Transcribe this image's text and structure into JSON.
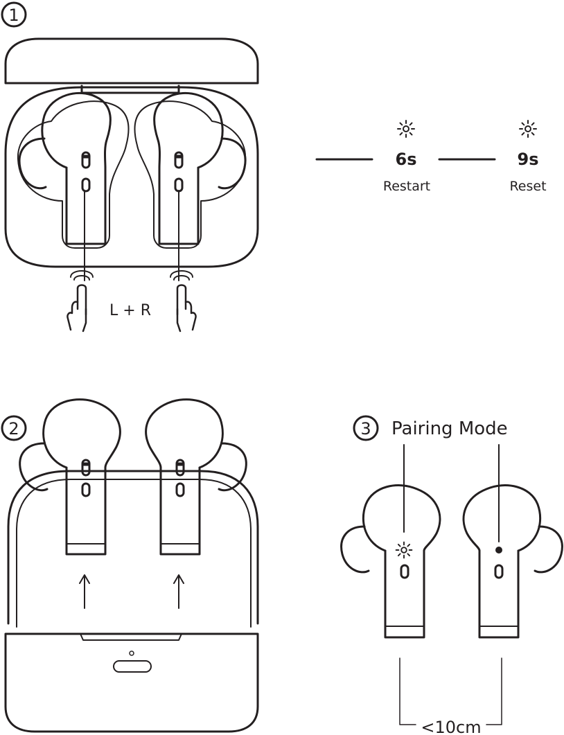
{
  "steps": {
    "one": "1",
    "two": "2",
    "three": "3"
  },
  "step1": {
    "touch_label": "L + R",
    "restart_time": "6s",
    "restart_label": "Restart",
    "reset_time": "9s",
    "reset_label": "Reset"
  },
  "step3": {
    "title": "Pairing Mode",
    "distance": "<10cm"
  },
  "icons": [
    "light-icon",
    "finger-touch-icon",
    "arrow-up-icon",
    "led-dot-icon"
  ],
  "colors": {
    "line": "#231f20",
    "background": "#ffffff"
  }
}
